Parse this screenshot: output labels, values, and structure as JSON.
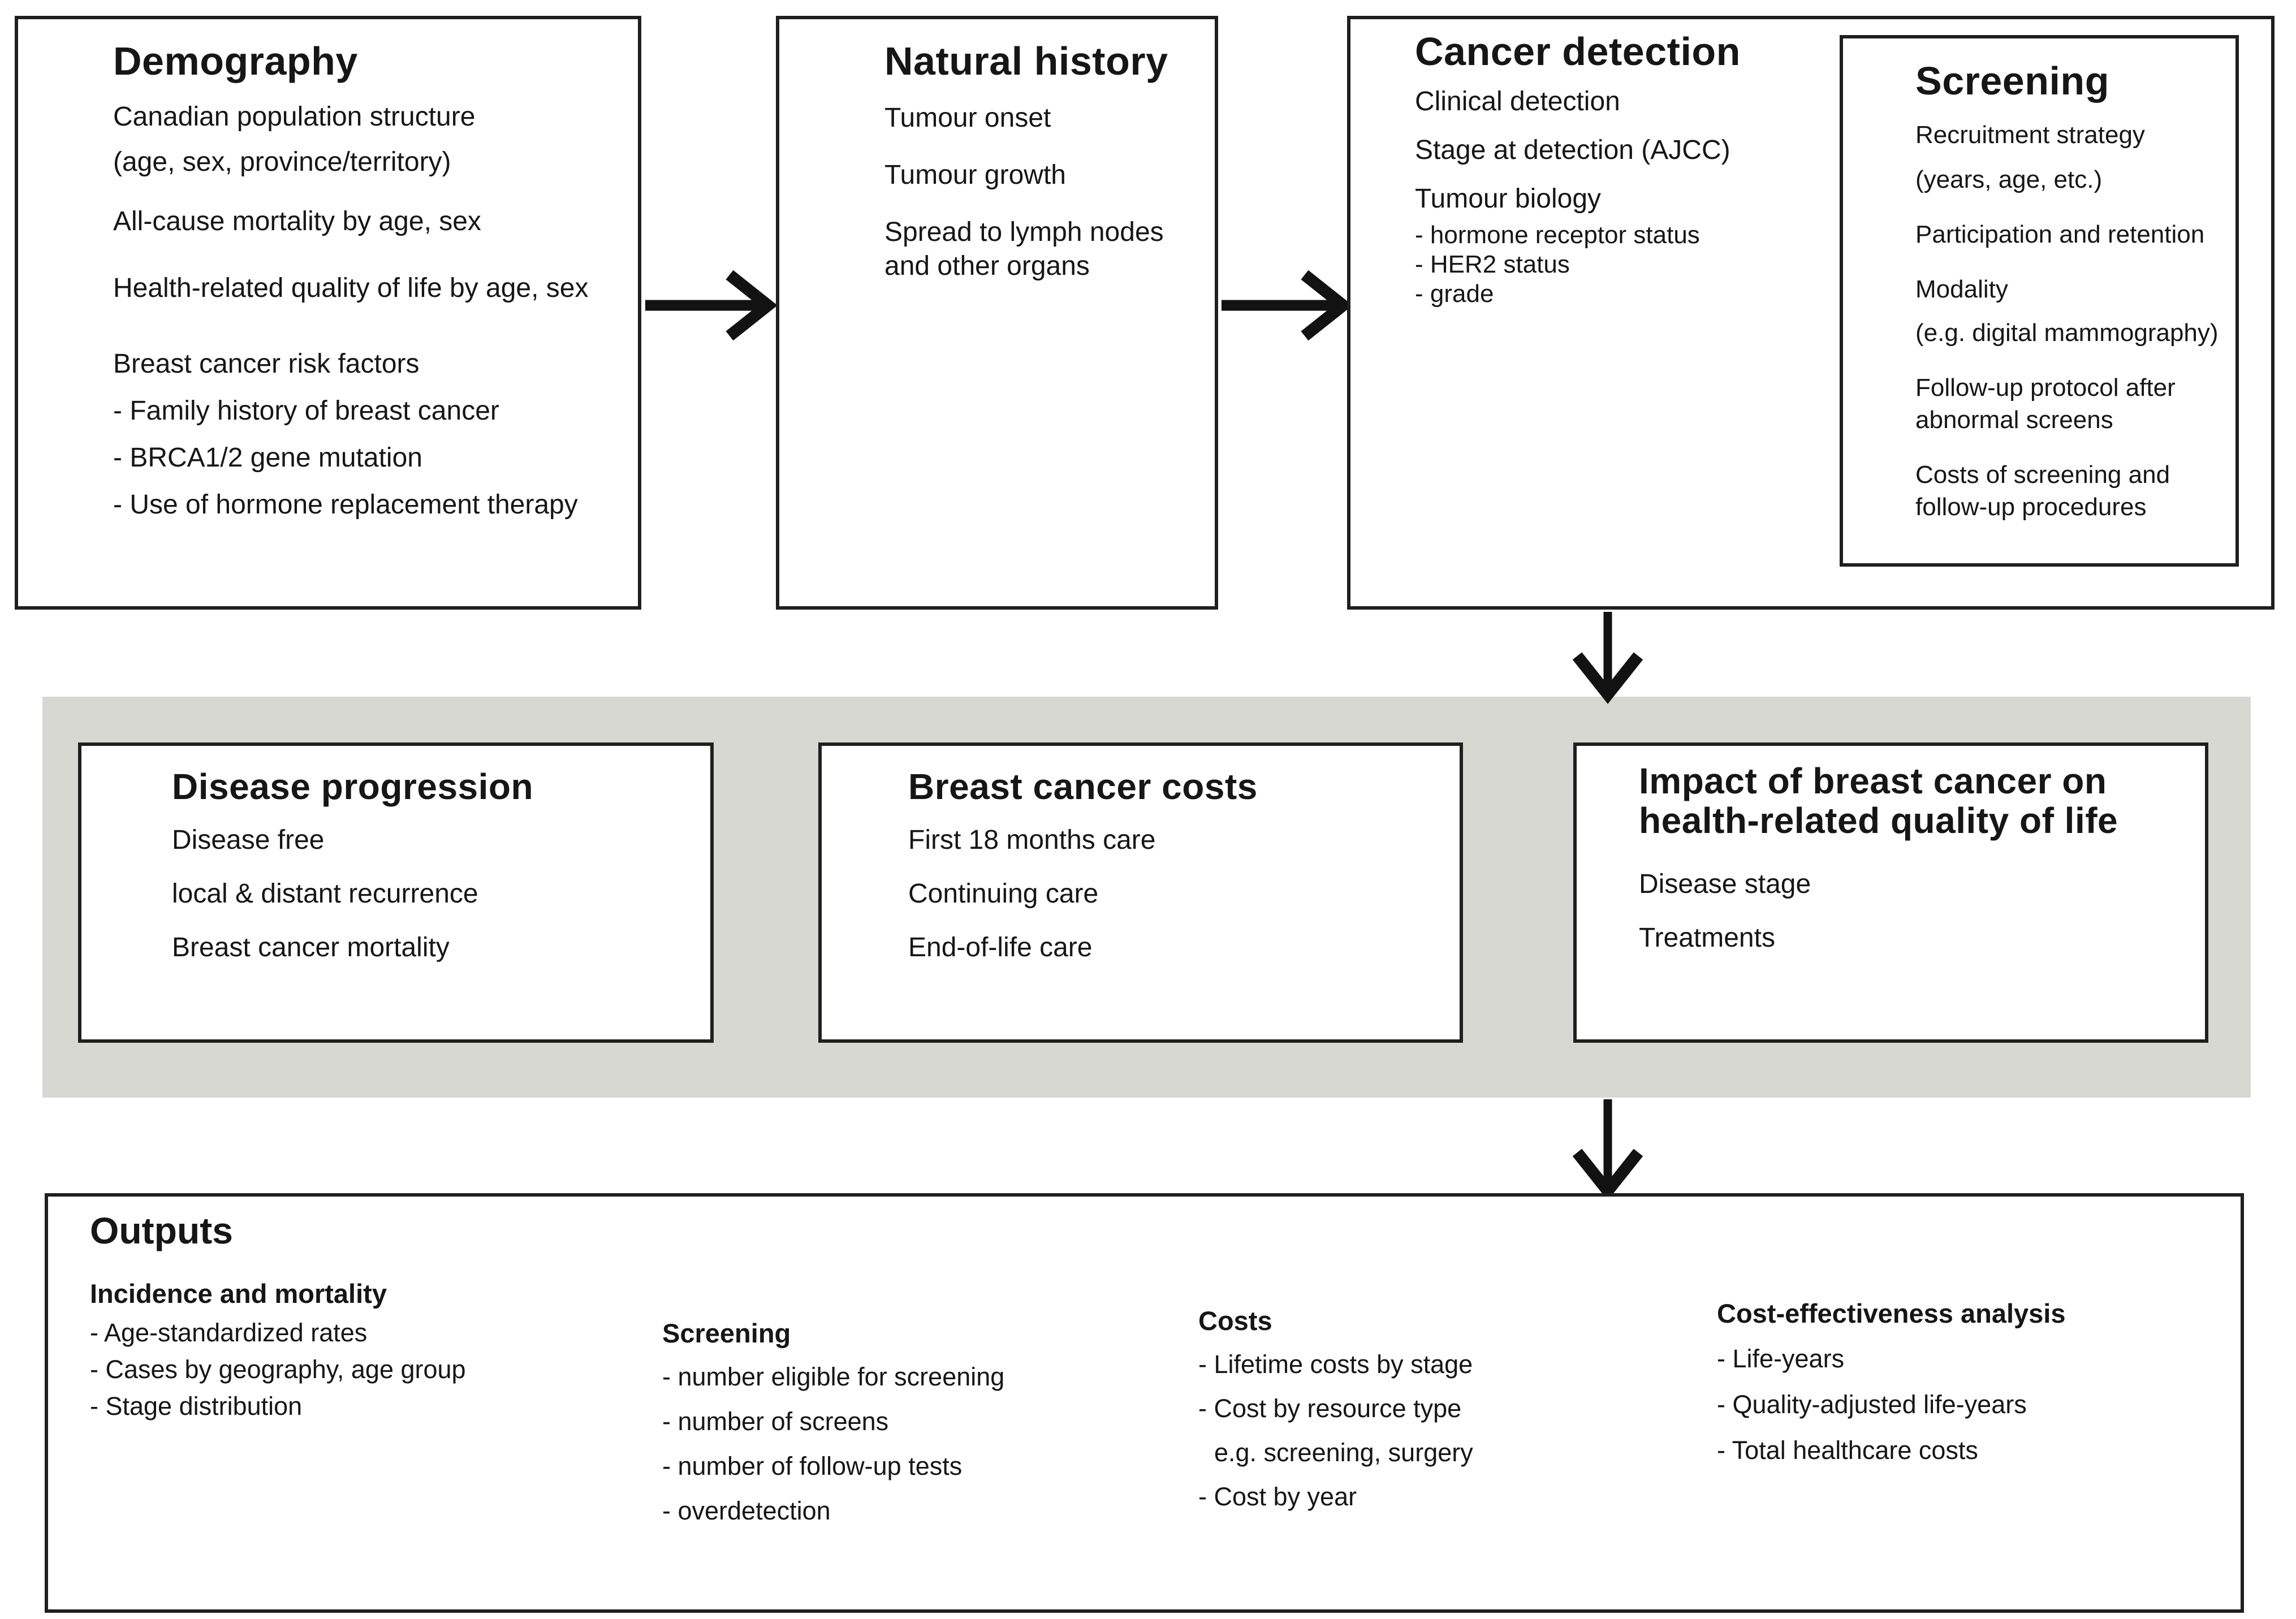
{
  "colors": {
    "band_background": "#d8d8d2",
    "box_border": "#1f1f1f",
    "arrow": "#121212",
    "text": "#161616"
  },
  "demography": {
    "title": "Demography",
    "items": [
      "Canadian population structure",
      "(age, sex, province/territory)",
      "All-cause mortality by age, sex",
      "Health-related quality of life by age, sex",
      "Breast cancer risk factors",
      "- Family history of breast cancer",
      "- BRCA1/2 gene mutation",
      "- Use of hormone replacement therapy"
    ]
  },
  "natural_history": {
    "title": "Natural history",
    "items": [
      "Tumour onset",
      "Tumour growth",
      "Spread to lymph nodes and other organs"
    ]
  },
  "cancer_detection": {
    "title": "Cancer detection",
    "items": [
      "Clinical detection",
      "Stage at detection (AJCC)",
      "Tumour biology"
    ],
    "sub_items": [
      "- hormone receptor status",
      "- HER2 status",
      "- grade"
    ]
  },
  "screening_panel": {
    "title": "Screening",
    "items": [
      "Recruitment strategy",
      "(years, age, etc.)",
      "Participation and retention",
      "Modality",
      "(e.g. digital mammography)",
      "Follow-up protocol after abnormal screens",
      "Costs of screening and follow-up procedures"
    ]
  },
  "disease_progression": {
    "title": "Disease progression",
    "items": [
      "Disease free",
      "local & distant recurrence",
      "Breast cancer mortality"
    ]
  },
  "breast_cancer_costs": {
    "title": "Breast cancer costs",
    "items": [
      "First 18 months care",
      "Continuing care",
      "End-of-life care"
    ]
  },
  "impact": {
    "title": "Impact of breast cancer on health-related quality of life",
    "items": [
      "Disease stage",
      "Treatments"
    ]
  },
  "outputs": {
    "title": "Outputs",
    "columns": [
      {
        "heading": "Incidence and mortality",
        "items": [
          "- Age-standardized rates",
          "- Cases by geography, age group",
          "- Stage distribution"
        ]
      },
      {
        "heading": "Screening",
        "items": [
          "- number eligible for screening",
          "- number of screens",
          "- number of follow-up tests",
          "- overdetection"
        ]
      },
      {
        "heading": "Costs",
        "items": [
          "- Lifetime costs by stage",
          "- Cost by resource type",
          "e.g. screening, surgery",
          "- Cost by year"
        ]
      },
      {
        "heading": "Cost-effectiveness analysis",
        "items": [
          "- Life-years",
          "- Quality-adjusted life-years",
          "- Total healthcare costs"
        ]
      }
    ]
  }
}
